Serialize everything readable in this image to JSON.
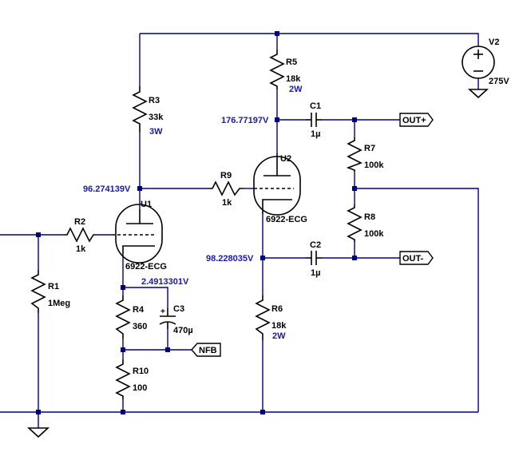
{
  "components": {
    "r1": {
      "ref": "R1",
      "value": "1Meg"
    },
    "r2": {
      "ref": "R2",
      "value": "1k"
    },
    "r3": {
      "ref": "R3",
      "value": "33k",
      "power": "3W"
    },
    "r4": {
      "ref": "R4",
      "value": "360"
    },
    "r5": {
      "ref": "R5",
      "value": "18k",
      "power": "2W"
    },
    "r6": {
      "ref": "R6",
      "value": "18k",
      "power": "2W"
    },
    "r7": {
      "ref": "R7",
      "value": "100k"
    },
    "r8": {
      "ref": "R8",
      "value": "100k"
    },
    "r9": {
      "ref": "R9",
      "value": "1k"
    },
    "r10": {
      "ref": "R10",
      "value": "100"
    },
    "c1": {
      "ref": "C1",
      "value": "1µ"
    },
    "c2": {
      "ref": "C2",
      "value": "1µ"
    },
    "c3": {
      "ref": "C3",
      "value": "470µ"
    },
    "u1": {
      "ref": "U1",
      "value": "6922-ECG"
    },
    "u2": {
      "ref": "U2",
      "value": "6922-ECG"
    },
    "v2": {
      "ref": "V2",
      "value": "275V"
    }
  },
  "node_voltages": {
    "u1_plate": "96.274139V",
    "u2_plate": "176.77197V",
    "u2_cathode": "98.228035V",
    "u1_cathode": "2.4913301V"
  },
  "ports": {
    "out_plus": "OUT+",
    "out_minus": "OUT-",
    "nfb": "NFB"
  },
  "colors": {
    "wire": "#000080",
    "symbol": "#000000",
    "annotation": "#1a1aa0",
    "background": "#ffffff"
  }
}
